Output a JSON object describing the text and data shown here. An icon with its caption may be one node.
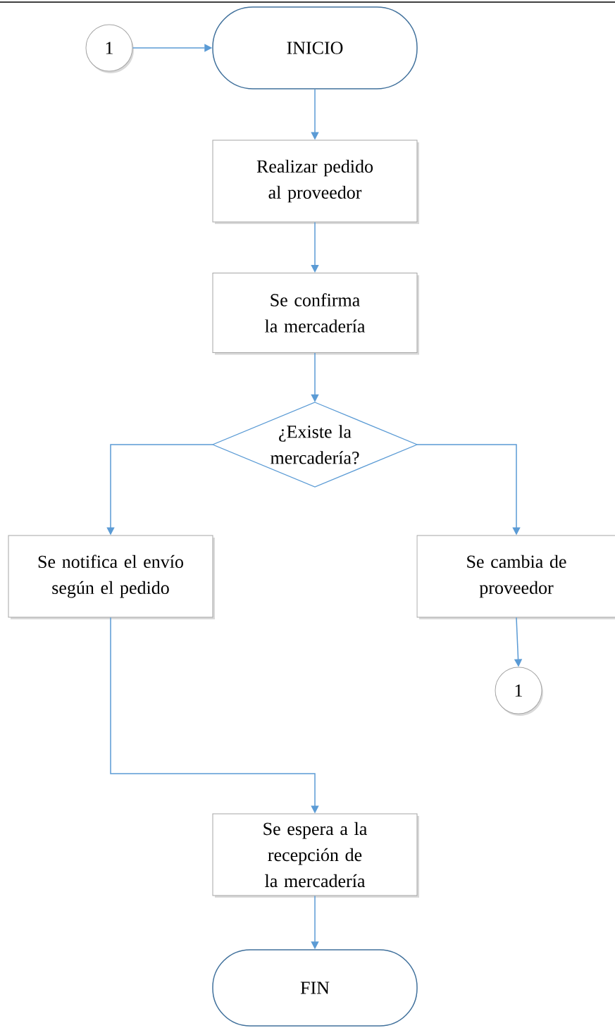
{
  "diagram": {
    "nodes": [
      {
        "text": [
          "1"
        ]
      },
      {
        "text": [
          "INICIO"
        ]
      },
      {
        "text": [
          "Realizar pedido al proveedor"
        ]
      },
      {
        "text": [
          "Se confirma la mercadería"
        ]
      },
      {
        "text": [
          "¿Existe la mercadería?"
        ]
      },
      {
        "text": [
          "Se notifica el envío según el pedido"
        ]
      },
      {
        "text": [
          "Se cambia de proveedor"
        ]
      },
      {
        "text": [
          "1"
        ]
      },
      {
        "text": [
          "Se espera a la recepción de la mercadería"
        ]
      },
      {
        "text": [
          "FIN"
        ]
      }
    ],
    "edges": [
      {
        "from": 0,
        "to": 1,
        "arrow": "to"
      },
      {
        "from": 1,
        "to": 2,
        "arrow": "to"
      },
      {
        "from": 2,
        "to": 3,
        "arrow": "to"
      },
      {
        "from": 3,
        "to": 4,
        "arrow": "to"
      },
      {
        "from": 4,
        "to": 5,
        "arrow": "to"
      },
      {
        "from": 4,
        "to": 6,
        "arrow": "to"
      },
      {
        "from": 6,
        "to": 7,
        "arrow": "to"
      },
      {
        "from": 5,
        "to": 8,
        "arrow": "to"
      },
      {
        "from": 8,
        "to": 9,
        "arrow": "to"
      }
    ]
  }
}
